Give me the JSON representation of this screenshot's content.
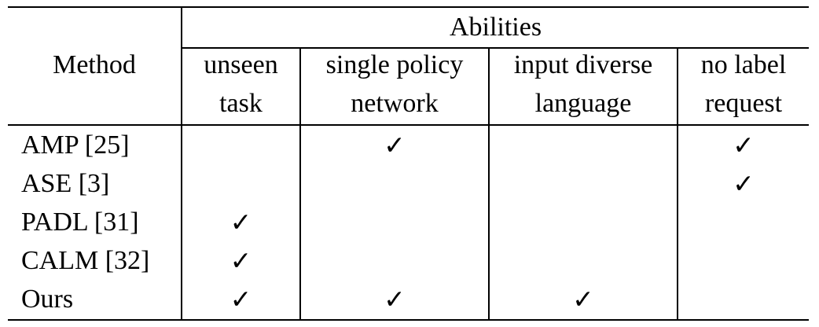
{
  "table": {
    "group_header": "Abilities",
    "method_header": "Method",
    "columns": [
      {
        "line1": "unseen",
        "line2": "task"
      },
      {
        "line1": "single policy",
        "line2": "network"
      },
      {
        "line1": "input diverse",
        "line2": "language"
      },
      {
        "line1": "no label",
        "line2": "request"
      }
    ],
    "check_symbol": "✓",
    "rows": [
      {
        "method": "AMP [25]",
        "marks": [
          "",
          "✓",
          "",
          "✓"
        ]
      },
      {
        "method": "ASE [3]",
        "marks": [
          "",
          "",
          "",
          "✓"
        ]
      },
      {
        "method": "PADL [31]",
        "marks": [
          "✓",
          "",
          "",
          ""
        ]
      },
      {
        "method": "CALM [32]",
        "marks": [
          "✓",
          "",
          "",
          ""
        ]
      },
      {
        "method": "Ours",
        "marks": [
          "✓",
          "✓",
          "✓",
          ""
        ]
      }
    ]
  }
}
